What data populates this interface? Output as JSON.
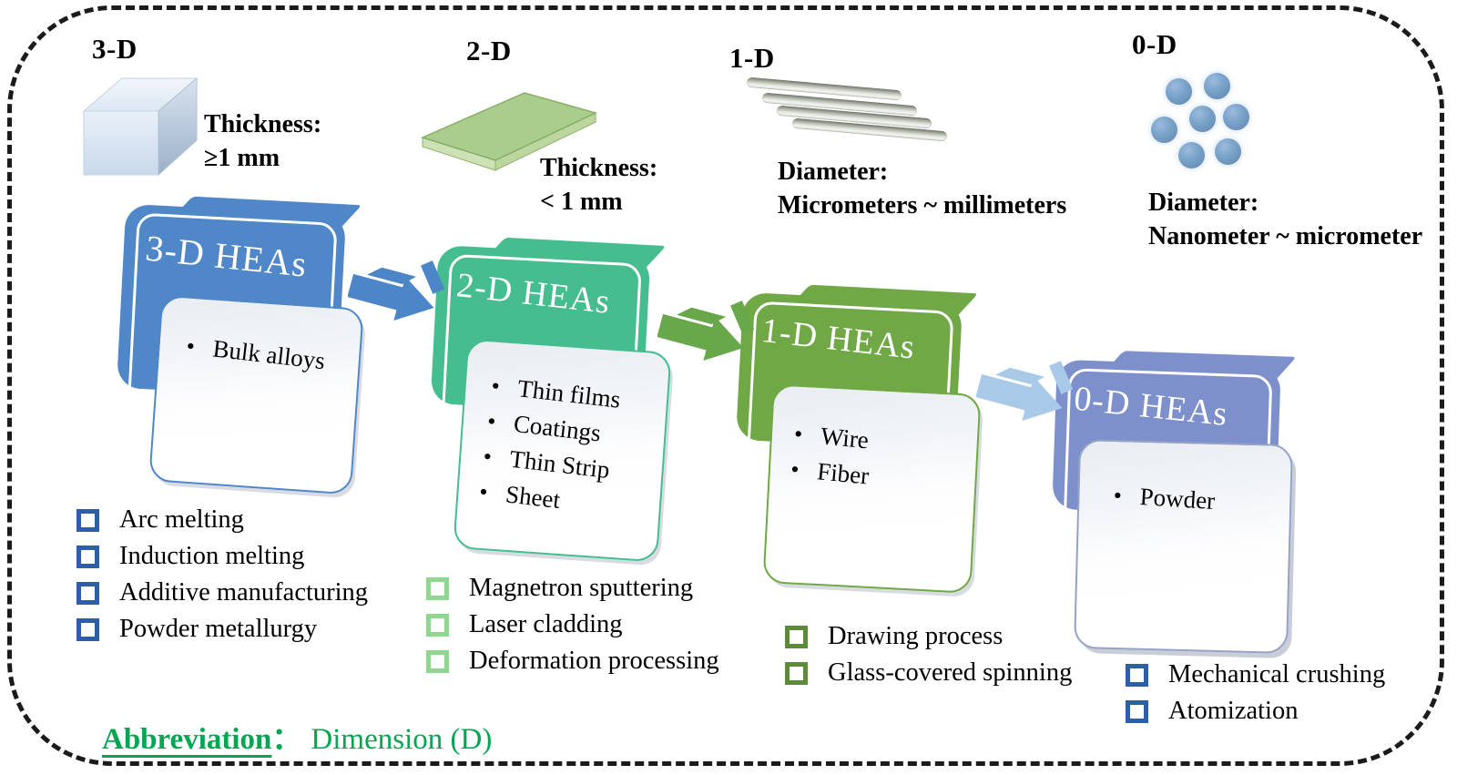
{
  "sections": [
    {
      "dim": "3-D",
      "icon": "cube-icon",
      "size_lines": [
        "Thickness:",
        "≥1 mm"
      ],
      "card_title": "3-D HEAs",
      "card_color": "#4f87c9",
      "forms": [
        "Bulk alloys"
      ],
      "bullet_color": "#2e5fa6",
      "methods": [
        "Arc melting",
        "Induction melting",
        "Additive manufacturing",
        "Powder metallurgy"
      ],
      "arrow_color_to_next": "#4c85c8"
    },
    {
      "dim": "2-D",
      "icon": "plate-icon",
      "size_lines": [
        "Thickness:",
        "< 1 mm"
      ],
      "card_title": "2-D HEAs",
      "card_color": "#45bd8e",
      "forms": [
        "Thin films",
        "Coatings",
        "Thin Strip",
        "Sheet"
      ],
      "bullet_color": "#8fd691",
      "methods": [
        "Magnetron sputtering",
        "Laser cladding",
        "Deformation processing"
      ],
      "arrow_color_to_next": "#68a84b"
    },
    {
      "dim": "1-D",
      "icon": "rods-icon",
      "size_lines": [
        "Diameter:",
        "Micrometers ~ millimeters"
      ],
      "card_title": "1-D HEAs",
      "card_color": "#6fa845",
      "forms": [
        "Wire",
        "Fiber"
      ],
      "bullet_color": "#5c8c38",
      "methods": [
        "Drawing process",
        "Glass-covered spinning"
      ],
      "arrow_color_to_next": "#a9c9e9"
    },
    {
      "dim": "0-D",
      "icon": "particles-icon",
      "size_lines": [
        "Diameter:",
        "Nanometer ~ micrometer"
      ],
      "card_title": "0-D HEAs",
      "card_color": "#7d90cb",
      "forms": [
        "Powder"
      ],
      "bullet_color": "#2e5fa6",
      "methods": [
        "Mechanical crushing",
        "Atomization"
      ]
    }
  ],
  "abbreviation": {
    "label": "Abbreviation",
    "separator": "：",
    "value": "Dimension (D)",
    "color": "#00a651"
  }
}
